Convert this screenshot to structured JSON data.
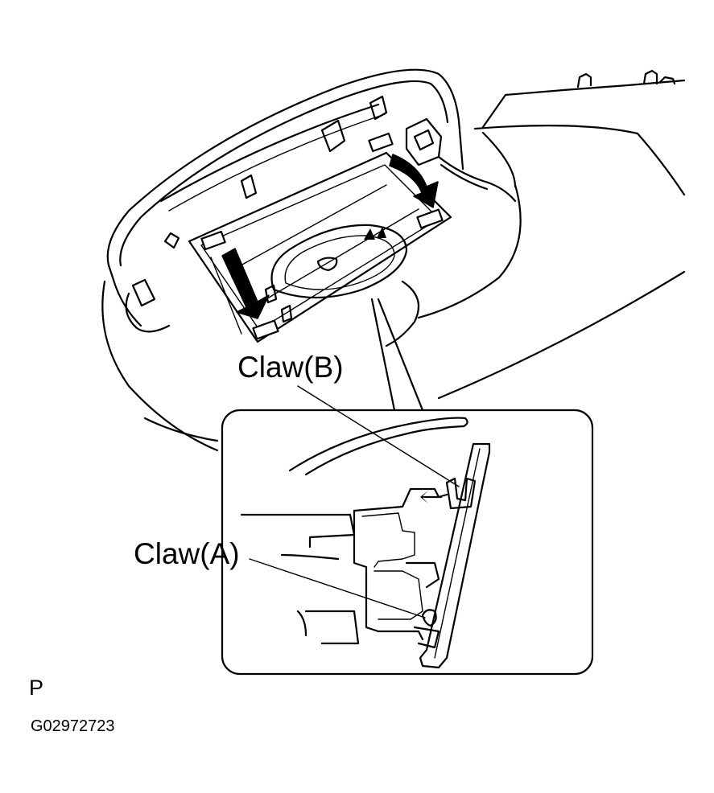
{
  "labels": {
    "claw_b": "Claw(B)",
    "claw_a": "Claw(A)",
    "view_code": "P",
    "figure_id": "G02972723"
  }
}
